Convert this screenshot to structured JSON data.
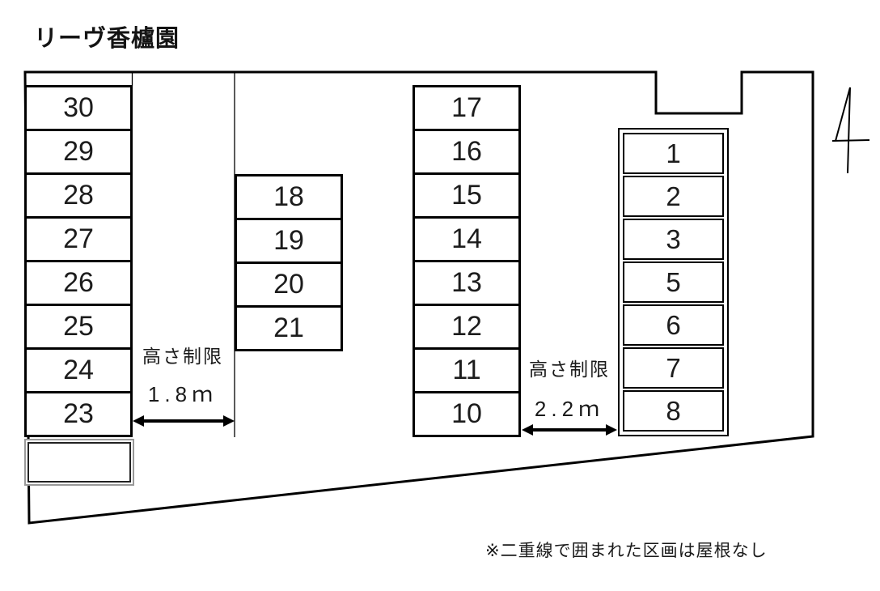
{
  "title": "リーヴ香櫨園",
  "note": "※二重線で囲まれた区画は屋根なし",
  "spots": {
    "left": [
      "30",
      "29",
      "28",
      "27",
      "26",
      "25",
      "24",
      "23"
    ],
    "middle": [
      "18",
      "19",
      "20",
      "21"
    ],
    "center": [
      "17",
      "16",
      "15",
      "14",
      "13",
      "12",
      "11",
      "10"
    ],
    "right_no_roof": [
      "1",
      "2",
      "3",
      "5",
      "6",
      "7",
      "8"
    ]
  },
  "height_limits": [
    {
      "label": "高さ制限",
      "value": "1.8ｍ"
    },
    {
      "label": "高さ制限",
      "value": "2.2ｍ"
    }
  ],
  "icons": {
    "north_symbol": "north-arrow-symbol",
    "arrow_1": "double-headed-arrow",
    "arrow_2": "double-headed-arrow"
  },
  "colors": {
    "line": "#000000",
    "no_roof_border_outer": "#999999",
    "no_roof_border_inner": "#222222",
    "background": "#ffffff"
  }
}
